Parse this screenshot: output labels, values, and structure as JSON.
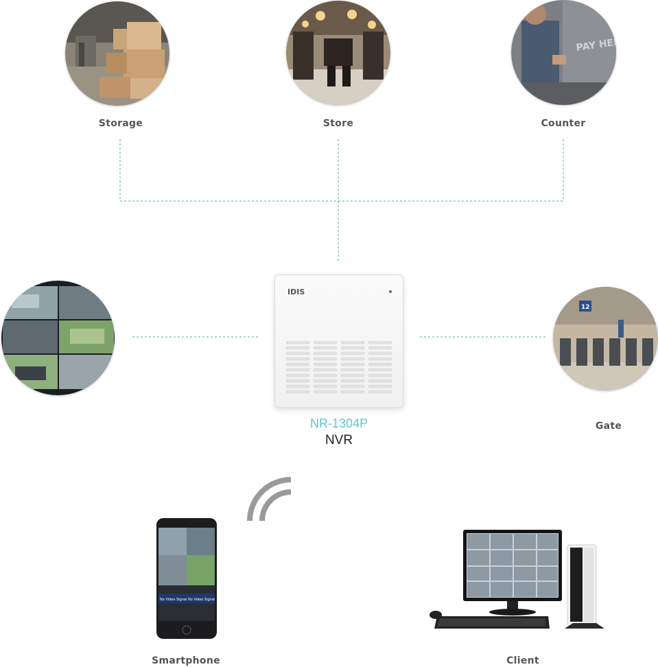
{
  "nodes": {
    "storage": {
      "label": "Storage"
    },
    "store": {
      "label": "Store"
    },
    "counter": {
      "label": "Counter",
      "sign_text": "PAY HERE"
    },
    "gate": {
      "label": "Gate",
      "sign_text": "12"
    },
    "smartphone": {
      "label": "Smartphone",
      "screen_text": "No Video Signal"
    },
    "client": {
      "label": "Client"
    }
  },
  "nvr": {
    "brand": "IDIS",
    "model": "NR-1304P",
    "type": "NVR"
  },
  "colors": {
    "connector": "#3fb7a3",
    "model_text": "#5cc8d4",
    "label_text": "#555555"
  },
  "icons": [
    "wifi-signal-icon"
  ]
}
